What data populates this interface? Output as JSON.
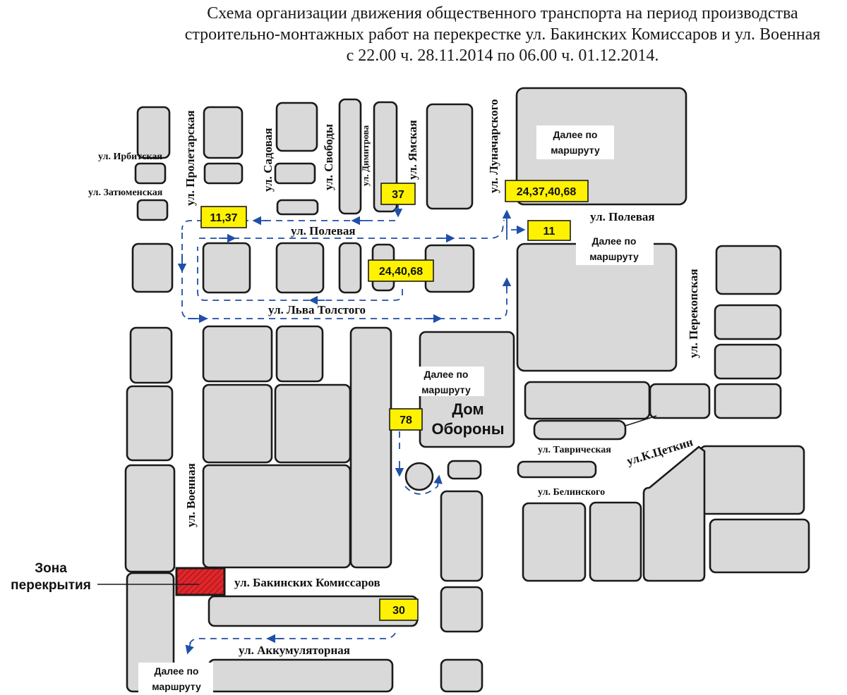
{
  "title": {
    "line1": "Схема организации движения общественного транспорта на период производства",
    "line2": "строительно-монтажных работ на перекрестке ул. Бакинских Комиссаров и ул. Военная",
    "line3": "с 22.00 ч. 28.11.2014 по 06.00 ч. 01.12.2014."
  },
  "streets": {
    "irbitskaya": "ул. Ирбитская",
    "zatyumenskaya": "ул. Затюменская",
    "proletarskaya": "ул. Пролетарская",
    "sadovaya": "ул. Садовая",
    "svobody": "ул. Свободы",
    "dimitrova": "ул. Димитрова",
    "yamskaya": "ул. Ямская",
    "lunacharskogo": "ул. Луначарского",
    "polevaya_1": "ул. Полевая",
    "polevaya_2": "ул. Полевая",
    "lva_tolstogo": "ул. Льва Толстого",
    "perekopskaya": "ул. Перекопская",
    "tavricheskaya": "ул. Таврическая",
    "k_tsetkin": "ул.К.Цеткин",
    "belinskogo": "ул. Белинского",
    "voennaya": "ул. Военная",
    "bakinskikh": "ул. Бакинских Комиссаров",
    "akkumulyatornaya": "ул. Аккумуляторная"
  },
  "routes": {
    "r37": "37",
    "r24_37_40_68": "24,37,40,68",
    "r11_37": "11,37",
    "r11": "11",
    "r24_40_68": "24,40,68",
    "r78": "78",
    "r30": "30"
  },
  "notes": {
    "further_1": {
      "line1": "Далее по",
      "line2": "маршруту"
    },
    "further_2": {
      "line1": "Далее по",
      "line2": "маршруту"
    },
    "further_3": {
      "line1": "Далее по",
      "line2": "маршруту"
    },
    "further_4": {
      "line1": "Далее по",
      "line2": "маршруту"
    }
  },
  "landmark": {
    "line1": "Дом",
    "line2": "Обороны"
  },
  "closure": {
    "line1": "Зона",
    "line2": "перекрытия"
  },
  "colors": {
    "route_badge": "#fff200",
    "route_arrows": "#1f4fa8",
    "block_fill": "#d9d9d9",
    "closure_fill": "#e0262b"
  }
}
